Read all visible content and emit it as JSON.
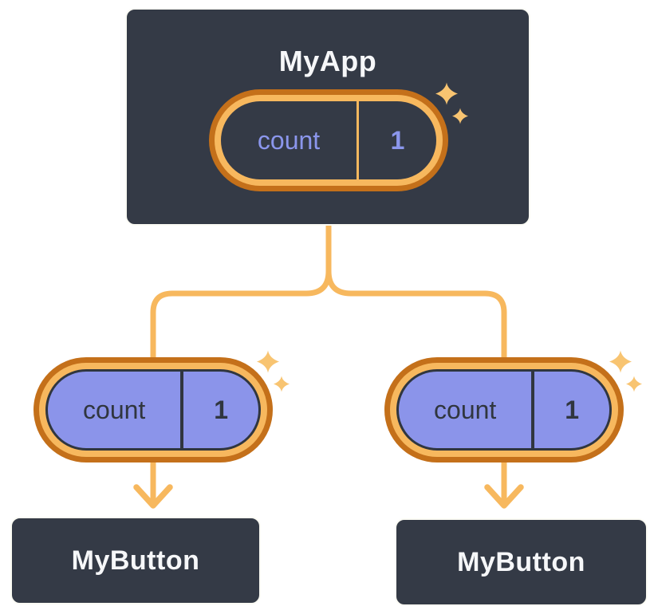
{
  "colors": {
    "background": "#FFFFFF",
    "node_fill": "#343A46",
    "node_border": "#FBFBF4",
    "node_text": "#F6F7F9",
    "pill_ring_outer": "#C4701A",
    "pill_ring_inner": "#F7B85E",
    "connector_line": "#F7B85E",
    "state_pill_fill": "#343A46",
    "state_pill_text": "#8B96EC",
    "prop_pill_fill": "#8B94EA",
    "prop_pill_text": "#30363F",
    "sparkle": "#F8C471"
  },
  "root_node": {
    "title": "MyApp",
    "state_pill": {
      "name": "count",
      "value": "1"
    }
  },
  "child_nodes": [
    {
      "title": "MyButton",
      "prop_pill": {
        "name": "count",
        "value": "1"
      }
    },
    {
      "title": "MyButton",
      "prop_pill": {
        "name": "count",
        "value": "1"
      }
    }
  ]
}
